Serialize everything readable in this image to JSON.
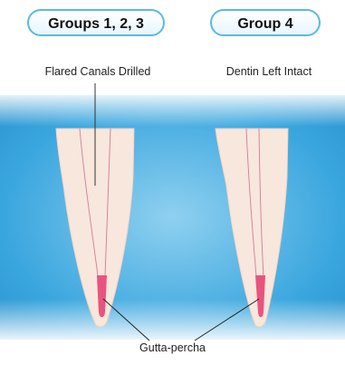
{
  "groups": {
    "left": {
      "label": "Groups 1, 2, 3",
      "caption": "Flared Canals Drilled"
    },
    "right": {
      "label": "Group 4",
      "caption": "Dentin Left Intact"
    }
  },
  "callout": "Gutta-percha",
  "colors": {
    "pill_border": "#5ab9e6",
    "background_blue": "#3aa6de",
    "tooth": "#f8e7dc",
    "gutta_percha": "#e8547f",
    "canal_line": "#d47a9a"
  }
}
